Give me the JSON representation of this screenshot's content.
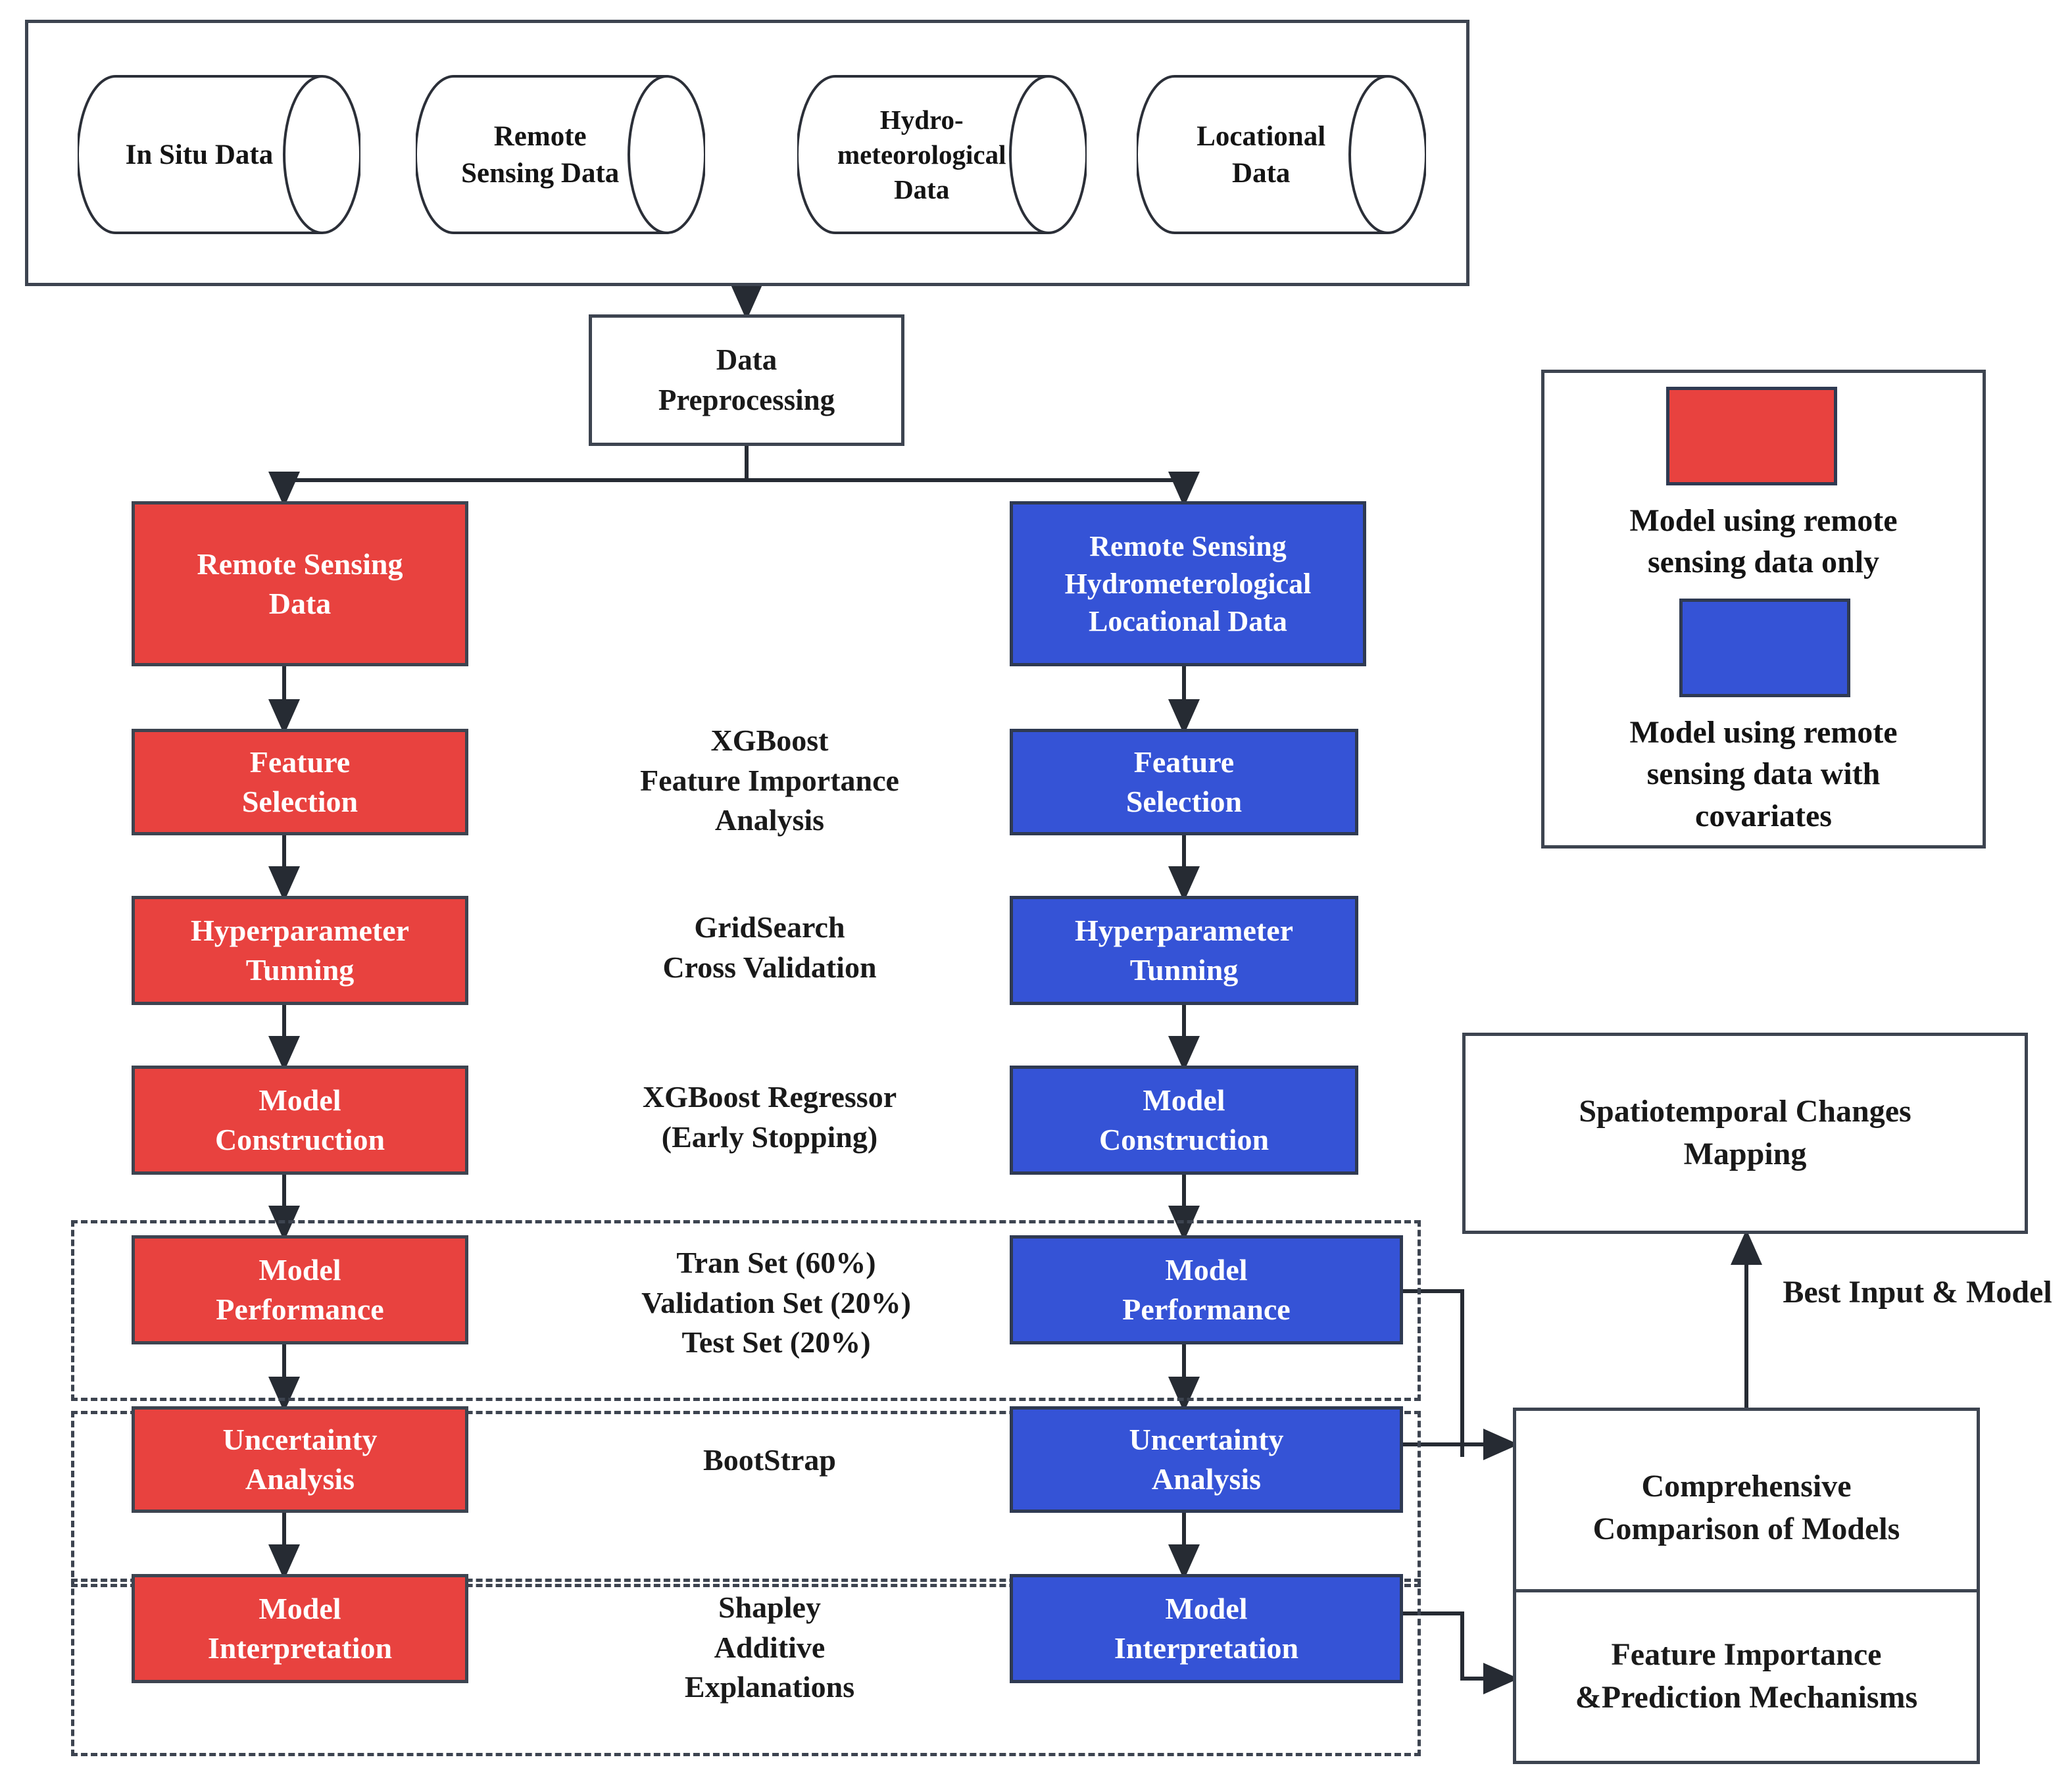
{
  "diagram": {
    "title": "XGBoost modelling workflow flowchart",
    "colors": {
      "red": "#e8423f",
      "blue": "#3553d6",
      "outline": "#3d4450",
      "background": "#ffffff"
    }
  },
  "data_sources": {
    "items": [
      {
        "label": "In Situ Data"
      },
      {
        "label": "Remote\nSensing Data"
      },
      {
        "label": "Hydro-\nmeteorological\nData"
      },
      {
        "label": "Locational\nData"
      }
    ]
  },
  "preprocessing": {
    "label": "Data\nPreprocessing"
  },
  "red_pipeline": {
    "steps": [
      {
        "label": "Remote Sensing\nData"
      },
      {
        "label": "Feature\nSelection"
      },
      {
        "label": "Hyperparameter\nTunning"
      },
      {
        "label": "Model\nConstruction"
      },
      {
        "label": "Model\nPerformance"
      },
      {
        "label": "Uncertainty\nAnalysis"
      },
      {
        "label": "Model\nInterpretation"
      }
    ]
  },
  "blue_pipeline": {
    "steps": [
      {
        "label": "Remote Sensing\nHydrometerological\nLocational Data"
      },
      {
        "label": "Feature\nSelection"
      },
      {
        "label": "Hyperparameter\nTunning"
      },
      {
        "label": "Model\nConstruction"
      },
      {
        "label": "Model\nPerformance"
      },
      {
        "label": "Uncertainty\nAnalysis"
      },
      {
        "label": "Model\nInterpretation"
      }
    ]
  },
  "middle_annotations": {
    "items": [
      {
        "label": "XGBoost\nFeature Importance\nAnalysis"
      },
      {
        "label": "GridSearch\nCross Validation"
      },
      {
        "label": "XGBoost Regressor\n(Early Stopping)"
      },
      {
        "label": "Tran Set  (60%)\nValidation Set (20%)\nTest Set (20%)"
      },
      {
        "label": "BootStrap"
      },
      {
        "label": "Shapley\nAdditive\nExplanations"
      }
    ]
  },
  "legend": {
    "entries": [
      {
        "swatch": "red",
        "caption": "Model using remote\nsensing data only"
      },
      {
        "swatch": "blue",
        "caption": "Model using remote\nsensing data with\ncovariates"
      }
    ]
  },
  "outputs": {
    "mapping": {
      "label": "Spatiotemporal Changes\nMapping"
    },
    "comparison": {
      "label": "Comprehensive\nComparison of Models"
    },
    "interpretation": {
      "label": "Feature Importance\n&Prediction Mechanisms"
    },
    "edge_label": "Best Input & Model"
  }
}
